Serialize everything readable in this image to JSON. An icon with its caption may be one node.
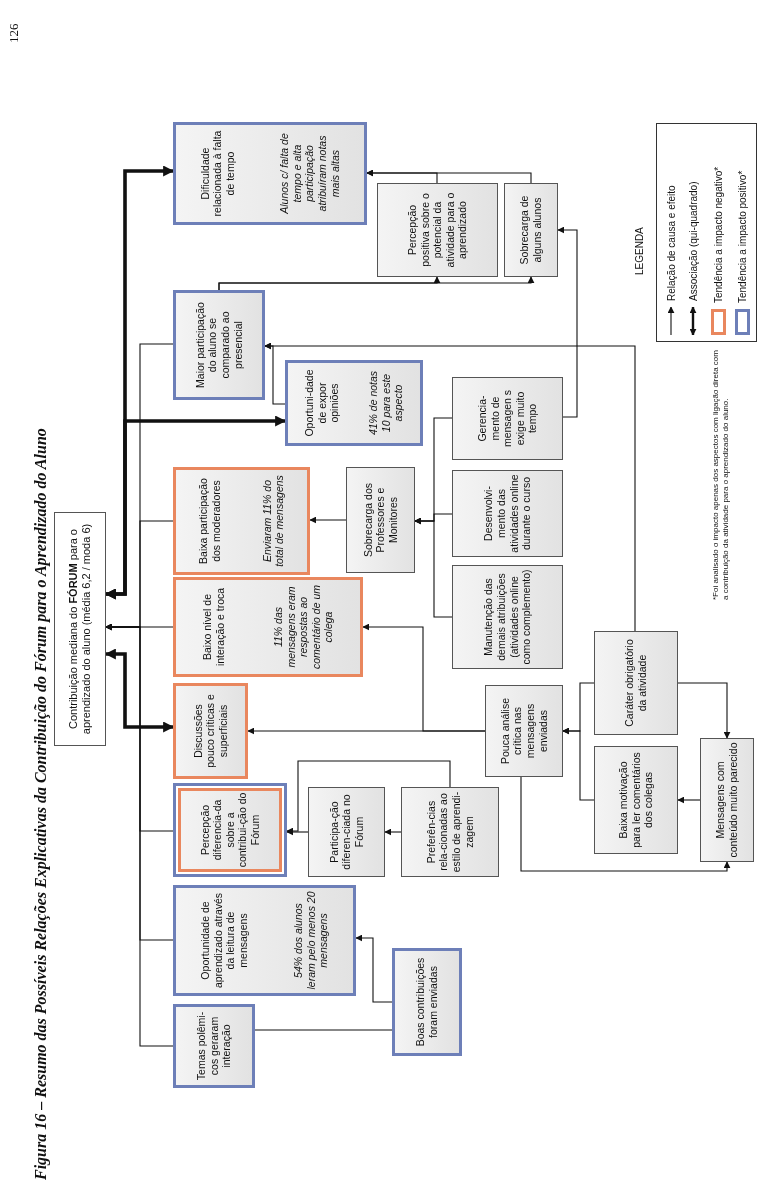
{
  "diagram": {
    "title": "Figura 16 – Resumo das Possíveis Relações Explicativas da Contribuição do Fórum para o Aprendizado do Aluno",
    "nodes": [
      {
        "text": [
          "Contribuição mediana do **FÓRUM** para o aprendizado do aluno (média 6,2 / moda 6)"
        ]
      },
      {
        "text": [
          "Temas polêmi-cos geraram interação"
        ]
      },
      {
        "text": [
          "Oportunidade de aprendizado através da leitura de mensagens",
          "54% dos alunos leram pelo menos 20 mensagens"
        ]
      },
      {
        "text": [
          "Percepção diferencia-da sobre a contribui-ção do Fórum"
        ]
      },
      {
        "text": [
          "Discussões pouco críticas e superficiais"
        ]
      },
      {
        "text": [
          "Baixo nível de interação e troca",
          "11% das mensagens eram respostas ao comentário de um colega"
        ]
      },
      {
        "text": [
          "Baixa participação dos moderadores",
          "Enviaram 11% do total de mensagens"
        ]
      },
      {
        "text": [
          "Maior participação do aluno se comparado ao presencial"
        ]
      },
      {
        "text": [
          "Dificuldade relacionada à falta de tempo",
          "Alunos c/ falta de tempo e alta participação atribuíram notas mais altas"
        ]
      },
      {
        "text": [
          "Boas contribuições foram enviadas"
        ]
      },
      {
        "text": [
          "Participa-ção diferen-ciada no Fórum"
        ]
      },
      {
        "text": [
          "Sobrecarga dos Professores e Monitores"
        ]
      },
      {
        "text": [
          "Oportuni-dade de expor opiniões",
          "41% de notas 10 para este aspecto"
        ]
      },
      {
        "text": [
          "Percepção positiva sobre o potencial da atividade para o aprendizado"
        ]
      },
      {
        "text": [
          "Preferên-cias rela-cionadas ao estilo de aprendi-zagem"
        ]
      },
      {
        "text": [
          "Manutenção das demais atribuições (atividades online como complemento)"
        ]
      },
      {
        "text": [
          "Desenvolvi-mento das atividades online durante o curso"
        ]
      },
      {
        "text": [
          "Gerencia-mento de mensagen s exige muito tempo"
        ]
      },
      {
        "text": [
          "Pouca análise crítica nas mensagens enviadas"
        ]
      },
      {
        "text": [
          "Sobrecarga de alguns alunos"
        ]
      },
      {
        "text": [
          "Baixa motivação para ler comentários dos colegas"
        ]
      },
      {
        "text": [
          "Caráter obrigatório da atividade"
        ]
      },
      {
        "text": [
          "Mensagens com conteúdo muito parecido"
        ]
      }
    ],
    "edges": [
      {
        "from": 0,
        "to": 8,
        "arrow": "both",
        "style": "thick"
      },
      {
        "from": 0,
        "to": 12,
        "arrow": "both",
        "style": "thick"
      },
      {
        "from": 0,
        "to": 4,
        "arrow": "both",
        "style": "thick"
      },
      {
        "from": 1,
        "to": 0,
        "arrow": "to"
      },
      {
        "from": 2,
        "to": 0,
        "arrow": "to"
      },
      {
        "from": 3,
        "to": 0,
        "arrow": "to"
      },
      {
        "from": 5,
        "to": 0,
        "arrow": "to"
      },
      {
        "from": 6,
        "to": 0,
        "arrow": "to"
      },
      {
        "from": 7,
        "to": 0,
        "arrow": "to"
      },
      {
        "from": 9,
        "to": 2,
        "arrow": "to"
      },
      {
        "from": 9,
        "to": 1,
        "arrow": "none"
      },
      {
        "from": 10,
        "to": 3,
        "arrow": "to"
      },
      {
        "from": 14,
        "to": 10,
        "arrow": "to"
      },
      {
        "from": 14,
        "to": 3,
        "arrow": "to"
      },
      {
        "from": 18,
        "to": 4,
        "arrow": "to"
      },
      {
        "from": 18,
        "to": 5,
        "arrow": "to"
      },
      {
        "from": 11,
        "to": 6,
        "arrow": "to"
      },
      {
        "from": 15,
        "to": 11,
        "arrow": "to"
      },
      {
        "from": 16,
        "to": 11,
        "arrow": "to"
      },
      {
        "from": 17,
        "to": 11,
        "arrow": "to"
      },
      {
        "from": 12,
        "to": 7,
        "arrow": "to"
      },
      {
        "from": 21,
        "to": 7,
        "arrow": "to"
      },
      {
        "from": 7,
        "to": 13,
        "arrow": "to"
      },
      {
        "from": 7,
        "to": 19,
        "arrow": "to"
      },
      {
        "from": 13,
        "to": 8,
        "arrow": "to"
      },
      {
        "from": 19,
        "to": 8,
        "arrow": "to"
      },
      {
        "from": 17,
        "to": 19,
        "arrow": "to"
      },
      {
        "from": 21,
        "to": 18,
        "arrow": "to"
      },
      {
        "from": 20,
        "to": 18,
        "arrow": "to"
      },
      {
        "from": 21,
        "to": 22,
        "arrow": "to"
      },
      {
        "from": 22,
        "to": 20,
        "arrow": "to"
      },
      {
        "from": 18,
        "to": 22,
        "arrow": "to"
      }
    ],
    "labels": [
      "126",
      "LEGENDA",
      "*Foi analisado o impacto apenas dos aspectos com ligação direta com a contribuição da atividade para o aprendizado do aluno."
    ],
    "legend": [
      {
        "text": "Relação de causa e efeito"
      },
      {
        "text": "Associação (qui-quadrado)"
      },
      {
        "text": "Tendência a impacto negativo*",
        "color": "#e9875e"
      },
      {
        "text": "Tendência a impacto positivo*",
        "color": "#6d7fb8"
      }
    ]
  }
}
